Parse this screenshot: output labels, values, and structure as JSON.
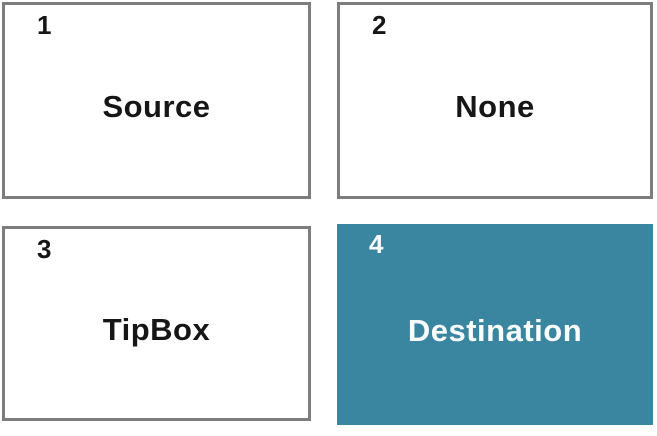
{
  "grid": {
    "cells": [
      {
        "number": "1",
        "label": "Source",
        "state": "normal"
      },
      {
        "number": "2",
        "label": "None",
        "state": "normal"
      },
      {
        "number": "3",
        "label": "TipBox",
        "state": "normal"
      },
      {
        "number": "4",
        "label": "Destination",
        "state": "selected"
      }
    ],
    "colors": {
      "border": "#7d7d7d",
      "normal_bg": "#ffffff",
      "normal_text": "#161616",
      "selected_bg": "#3a86a0",
      "selected_text": "#fafdfd"
    }
  }
}
